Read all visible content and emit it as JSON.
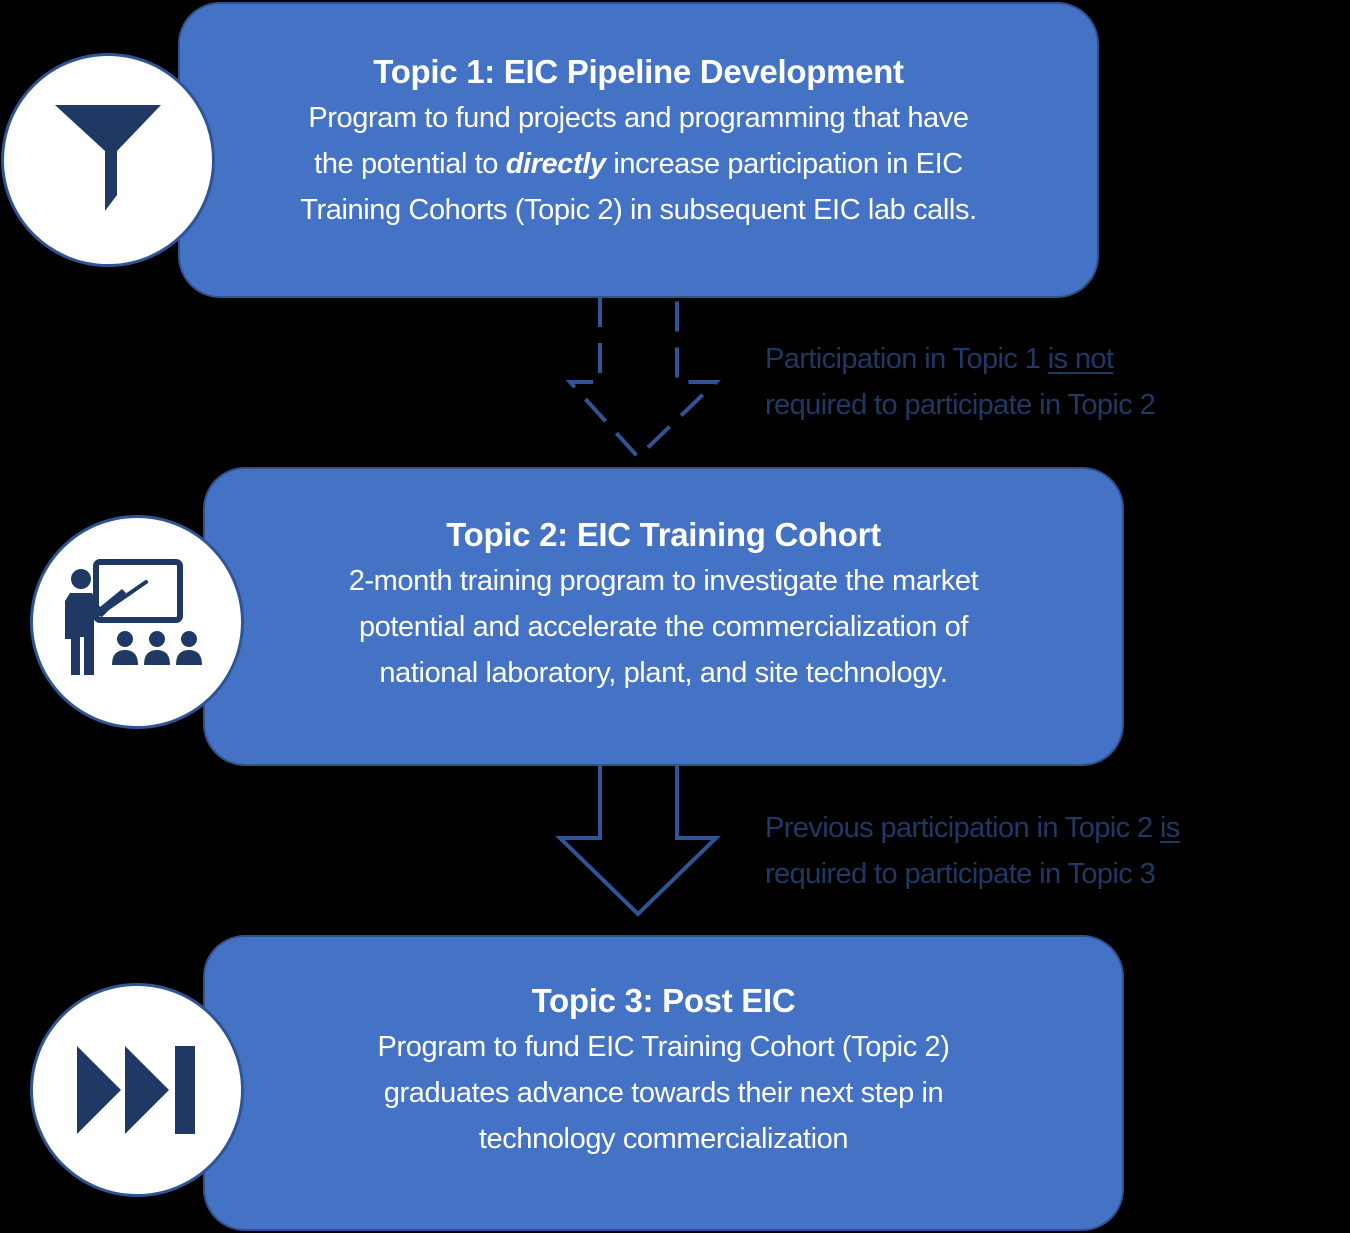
{
  "diagram": {
    "type": "vertical-flow",
    "colors": {
      "background": "#000000",
      "box_fill": "#4472c4",
      "box_border": "#2f528f",
      "box_text": "#ffffff",
      "icon_fill": "#203864",
      "circle_fill": "#ffffff",
      "note_text": "#203864",
      "arrow_stroke": "#2f5597"
    },
    "topics": [
      {
        "title": "Topic 1: EIC Pipeline Development",
        "body_before": "Program to fund projects and programming that have\nthe potential to ",
        "body_emphasis": "directly",
        "body_after": " increase participation in EIC\nTraining Cohorts (Topic 2) in subsequent EIC lab calls.",
        "icon": "funnel-icon"
      },
      {
        "title": "Topic 2: EIC Training Cohort",
        "body": "2-month training program  to investigate the market\npotential and accelerate the commercialization of\nnational laboratory, plant, and site technology.",
        "icon": "teacher-presentation-icon"
      },
      {
        "title": "Topic 3: Post EIC",
        "body": "Program to fund EIC Training Cohort (Topic 2)\ngraduates advance towards their next step in\ntechnology commercialization",
        "icon": "skip-forward-icon"
      }
    ],
    "connectors": [
      {
        "from": "Topic 1",
        "to": "Topic 2",
        "style": "dashed-arrow",
        "note_line1_before": "Participation in Topic 1 ",
        "note_line1_underlined": "is not",
        "note_line2": "required to participate in Topic 2"
      },
      {
        "from": "Topic 2",
        "to": "Topic 3",
        "style": "solid-arrow",
        "note_line1_before": "Previous participation in Topic 2 ",
        "note_line1_underlined": "is",
        "note_line2": "required to participate in Topic 3"
      }
    ]
  }
}
